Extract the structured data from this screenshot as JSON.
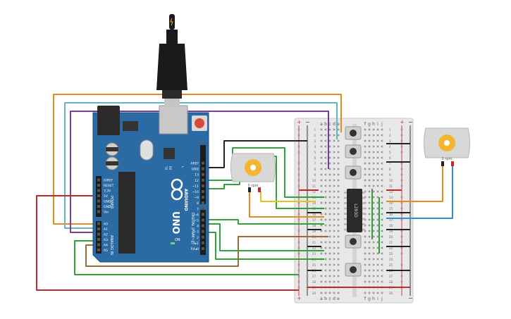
{
  "colors": {
    "board": "#2b6aa3",
    "breadboard": "#e6e6e6",
    "rail_red": "#d83b3b",
    "rail_blue": "#2d2d2d",
    "wire_orange": "#e98a1d",
    "wire_cyan": "#5db7c4",
    "wire_purple": "#7a3c9c",
    "wire_green": "#2ea33a",
    "wire_red": "#c62828",
    "wire_brown": "#9c6b3a",
    "wire_black": "#222222",
    "wire_yellow": "#e2c21f",
    "wire_blue": "#2f8fd2"
  },
  "arduino": {
    "brand": "ARDUINO",
    "model": "UNO",
    "power_label": "POWER",
    "analog_label": "ANALOG IN",
    "digital_label": "DIGITAL (PWM~)",
    "on_label": "ON",
    "tx_label": "TX",
    "rx_label": "RX",
    "l_label": "L",
    "power_pins": [
      "IOREF",
      "RESET",
      "3.3V",
      "5V",
      "GND",
      "GND",
      "Vin"
    ],
    "analog_pins": [
      "A0",
      "A1",
      "A2",
      "A3",
      "A4",
      "A5"
    ],
    "digital_pins": [
      "AREF",
      "GND",
      "13",
      "12",
      "~11",
      "~10",
      "~9",
      "8",
      "7",
      "~6",
      "~5",
      "4",
      "~3",
      "2",
      "TX▸1",
      "RX◂0"
    ]
  },
  "breadboard": {
    "col_letters_left": [
      "a",
      "b",
      "c",
      "d",
      "e"
    ],
    "col_letters_right": [
      "f",
      "g",
      "h",
      "i",
      "j"
    ],
    "rail_plus": "+",
    "rail_minus": "−",
    "row_numbers": [
      "1",
      "2",
      "3",
      "4",
      "5",
      "6",
      "7",
      "8",
      "9",
      "10",
      "11",
      "12",
      "13",
      "14",
      "15",
      "16",
      "17",
      "18",
      "19",
      "20",
      "21",
      "22",
      "23",
      "24",
      "25",
      "26",
      "27",
      "28",
      "29",
      "30"
    ]
  },
  "chip": {
    "label": "L293D"
  },
  "motor_left": {
    "readout": "0 rpm"
  },
  "motor_right": {
    "readout": "0 rpm"
  },
  "usb": {
    "name": "usb-cable"
  }
}
